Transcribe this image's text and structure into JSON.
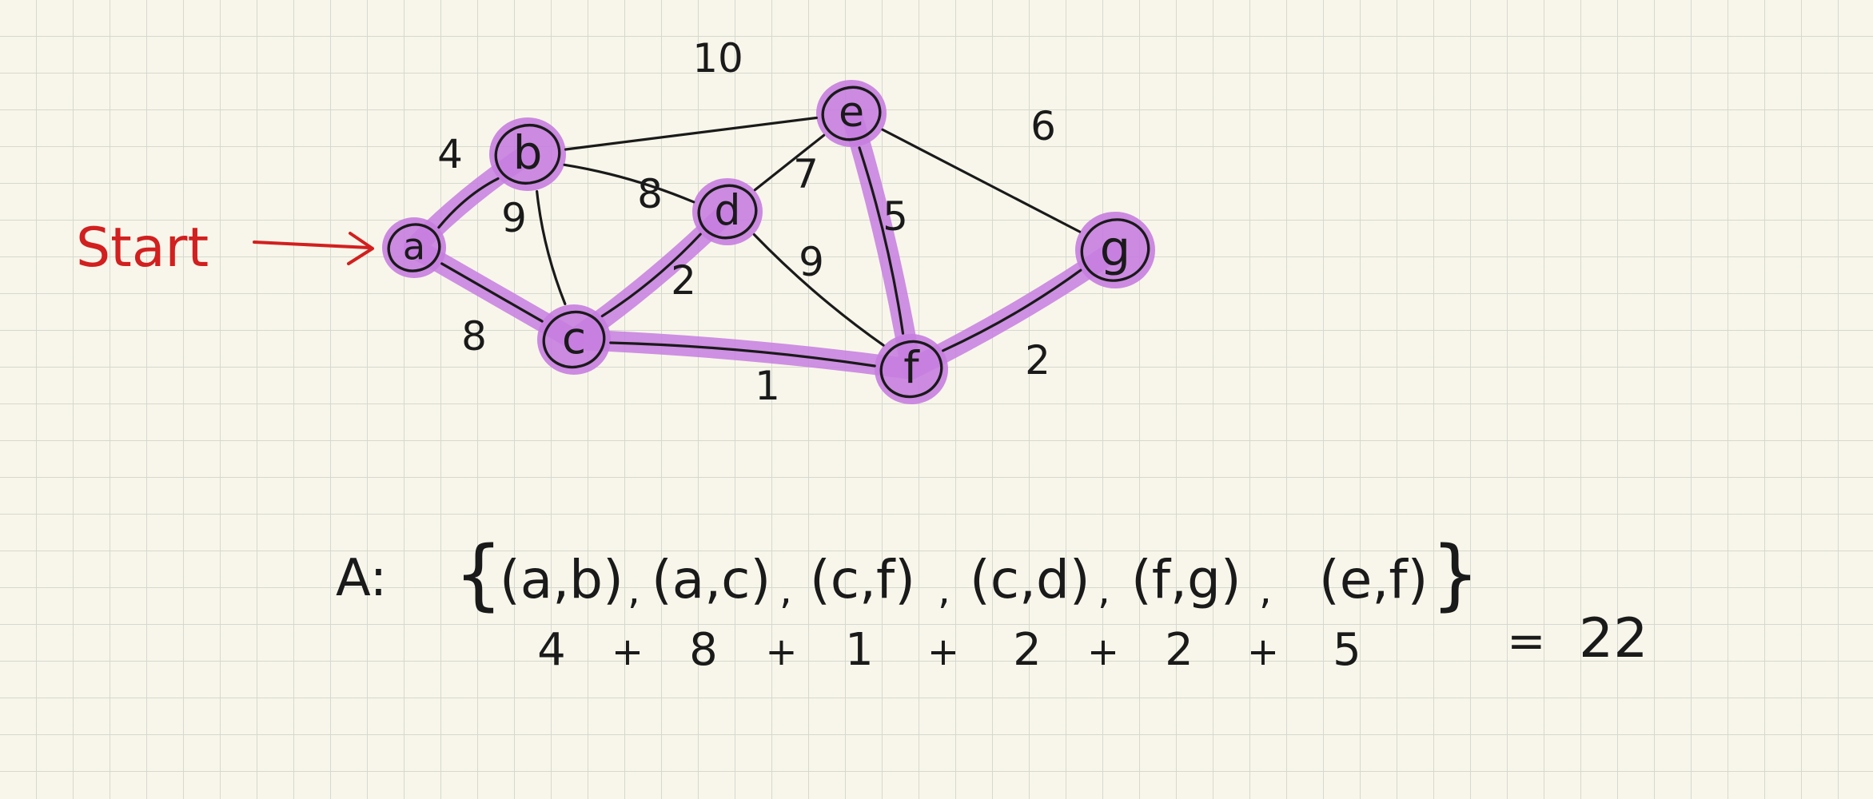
{
  "diagram": {
    "start_label": "Start",
    "colors": {
      "ink": "#1a1a1a",
      "highlight": "#c77ee0",
      "start": "#d21f1f",
      "paper": "#f8f6ea",
      "grid": "#d6d8cf"
    },
    "nodes": [
      {
        "id": "a",
        "label": "a"
      },
      {
        "id": "b",
        "label": "b"
      },
      {
        "id": "c",
        "label": "c"
      },
      {
        "id": "d",
        "label": "d"
      },
      {
        "id": "e",
        "label": "e"
      },
      {
        "id": "f",
        "label": "f"
      },
      {
        "id": "g",
        "label": "g"
      }
    ],
    "edges": [
      {
        "from": "a",
        "to": "b",
        "weight": "4",
        "selected": true
      },
      {
        "from": "a",
        "to": "c",
        "weight": "8",
        "selected": true
      },
      {
        "from": "b",
        "to": "c",
        "weight": "9",
        "selected": false
      },
      {
        "from": "b",
        "to": "d",
        "weight": "8",
        "selected": false
      },
      {
        "from": "b",
        "to": "e",
        "weight": "10",
        "selected": false
      },
      {
        "from": "c",
        "to": "d",
        "weight": "2",
        "selected": true
      },
      {
        "from": "c",
        "to": "f",
        "weight": "1",
        "selected": true
      },
      {
        "from": "d",
        "to": "e",
        "weight": "7",
        "selected": false
      },
      {
        "from": "d",
        "to": "f",
        "weight": "9",
        "selected": false
      },
      {
        "from": "e",
        "to": "f",
        "weight": "5",
        "selected": true
      },
      {
        "from": "e",
        "to": "g",
        "weight": "6",
        "selected": false
      },
      {
        "from": "f",
        "to": "g",
        "weight": "2",
        "selected": true
      }
    ]
  },
  "result": {
    "label": "A:",
    "open_brace": "{",
    "close_brace": "}",
    "pairs": [
      "(a,b)",
      "(a,c)",
      "(c,f)",
      "(c,d)",
      "(f,g)",
      "(e,f)"
    ],
    "pair_separator": ",",
    "weights": [
      "4",
      "8",
      "1",
      "2",
      "2",
      "5"
    ],
    "plus": "+",
    "equals": "=",
    "total": "22"
  }
}
